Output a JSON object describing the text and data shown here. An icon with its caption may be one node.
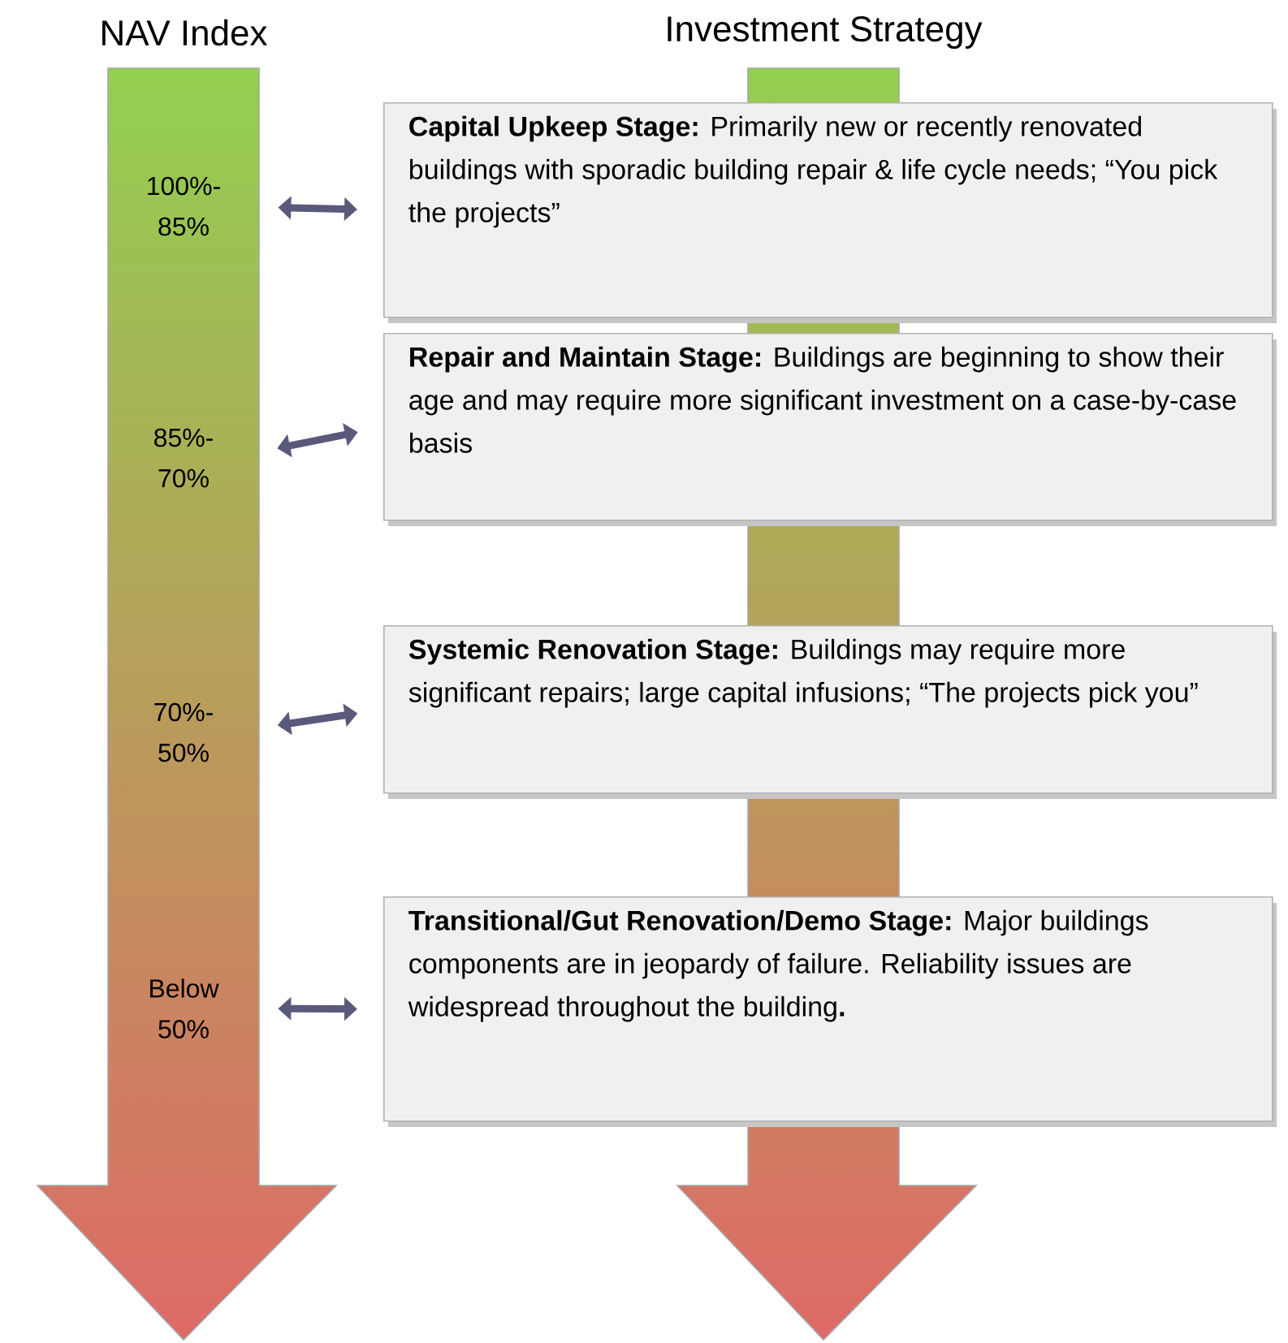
{
  "diagram": {
    "nodes": [
      {
        "text": [
          "NAV Index"
        ]
      },
      {
        "text": [
          "100%- 85%"
        ],
        "in": 0
      },
      {
        "text": [
          "85%- 70%"
        ],
        "in": 0
      },
      {
        "text": [
          "70%- 50%"
        ],
        "in": 0
      },
      {
        "text": [
          "Below 50%"
        ],
        "in": 0
      },
      {
        "text": [
          "Investment Strategy"
        ]
      },
      {
        "text": [
          "**Capital Upkeep Stage:** Primarily new or recently renovated buildings with sporadic building repair & life cycle needs; “You pick the projects”"
        ]
      },
      {
        "text": [
          "**Repair and Maintain Stage:** Buildings are beginning to show their age and may require more significant investment on a case-by-case basis"
        ]
      },
      {
        "text": [
          "**Systemic Renovation Stage:** Buildings may require more significant repairs; large capital infusions; “The projects pick you”"
        ]
      },
      {
        "text": [
          "**Transitional/Gut Renovation/Demo Stage:** Major buildings components are in jeopardy of failure.  Reliability issues are widespread throughout the building**.**"
        ]
      }
    ],
    "edges": [
      {
        "from": 1,
        "to": 6,
        "arrow": "both"
      },
      {
        "from": 2,
        "to": 7,
        "arrow": "both"
      },
      {
        "from": 3,
        "to": 8,
        "arrow": "both"
      },
      {
        "from": 4,
        "to": 9,
        "arrow": "both"
      }
    ]
  }
}
